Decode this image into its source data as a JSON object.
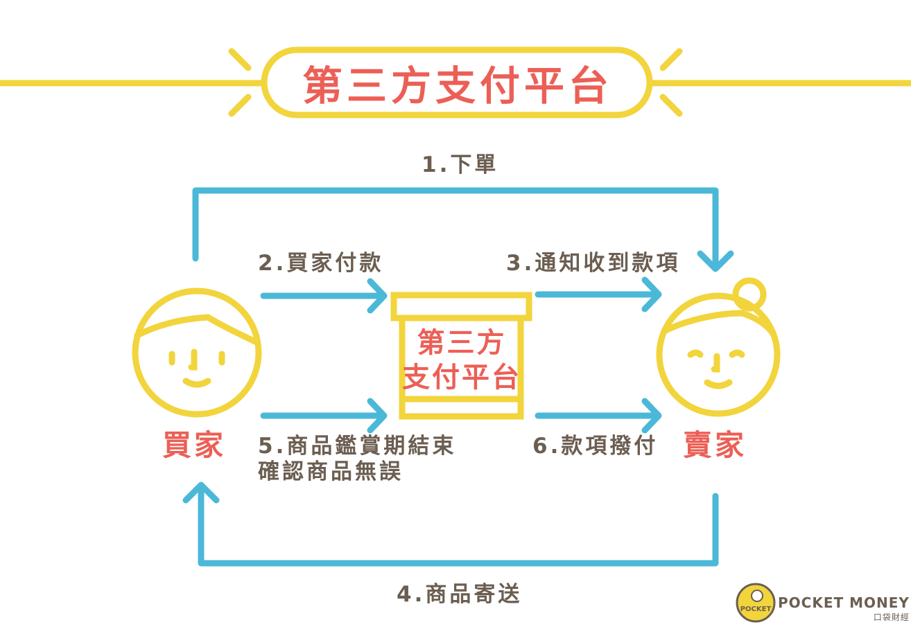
{
  "title": "第三方支付平台",
  "platform_box": {
    "line1": "第三方",
    "line2": "支付平台"
  },
  "parties": {
    "buyer": "買家",
    "seller": "賣家"
  },
  "steps": [
    {
      "label": "1.下單"
    },
    {
      "label": "2.買家付款"
    },
    {
      "label": "3.通知收到款項"
    },
    {
      "label": "4.商品寄送"
    },
    {
      "label_line1": "5.商品鑑賞期結束",
      "label_line2": "確認商品無誤"
    },
    {
      "label": "6.款項撥付"
    }
  ],
  "logo": {
    "name": "POCKET MONEY",
    "subtitle": "口袋財經",
    "badge": "POCKET"
  },
  "colors": {
    "yellow": "#f2d43c",
    "blue": "#4bb8d8",
    "red": "#ec5f56",
    "text": "#6b5e51"
  }
}
